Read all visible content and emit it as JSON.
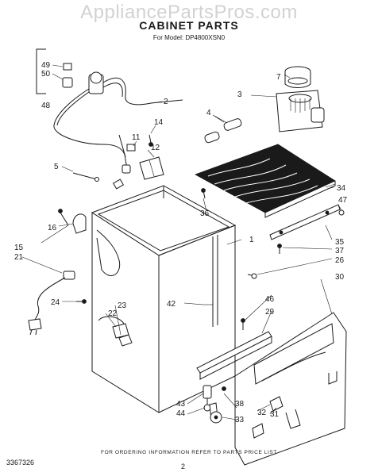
{
  "watermark": "AppliancePartsPros.com",
  "title": "CABINET PARTS",
  "model_line": "For Model: DP4800XSN0",
  "footer_note": "FOR ORDERING INFORMATION REFER TO PARTS PRICE LIST",
  "document_number": "3367326",
  "page_number": "2",
  "callouts": {
    "c1": "1",
    "c2": "2",
    "c3": "3",
    "c4": "4",
    "c5": "5",
    "c7": "7",
    "c11": "11",
    "c12": "12",
    "c14": "14",
    "c15": "15",
    "c16": "16",
    "c21": "21",
    "c22": "22",
    "c23": "23",
    "c24": "24",
    "c26": "26",
    "c29": "29",
    "c30": "30",
    "c31": "31",
    "c32": "32",
    "c33": "33",
    "c34": "34",
    "c35": "35",
    "c36": "36",
    "c37": "37",
    "c38": "38",
    "c42": "42",
    "c43": "43",
    "c44": "44",
    "c46": "46",
    "c47": "47",
    "c48": "48",
    "c49": "49",
    "c50": "50"
  }
}
